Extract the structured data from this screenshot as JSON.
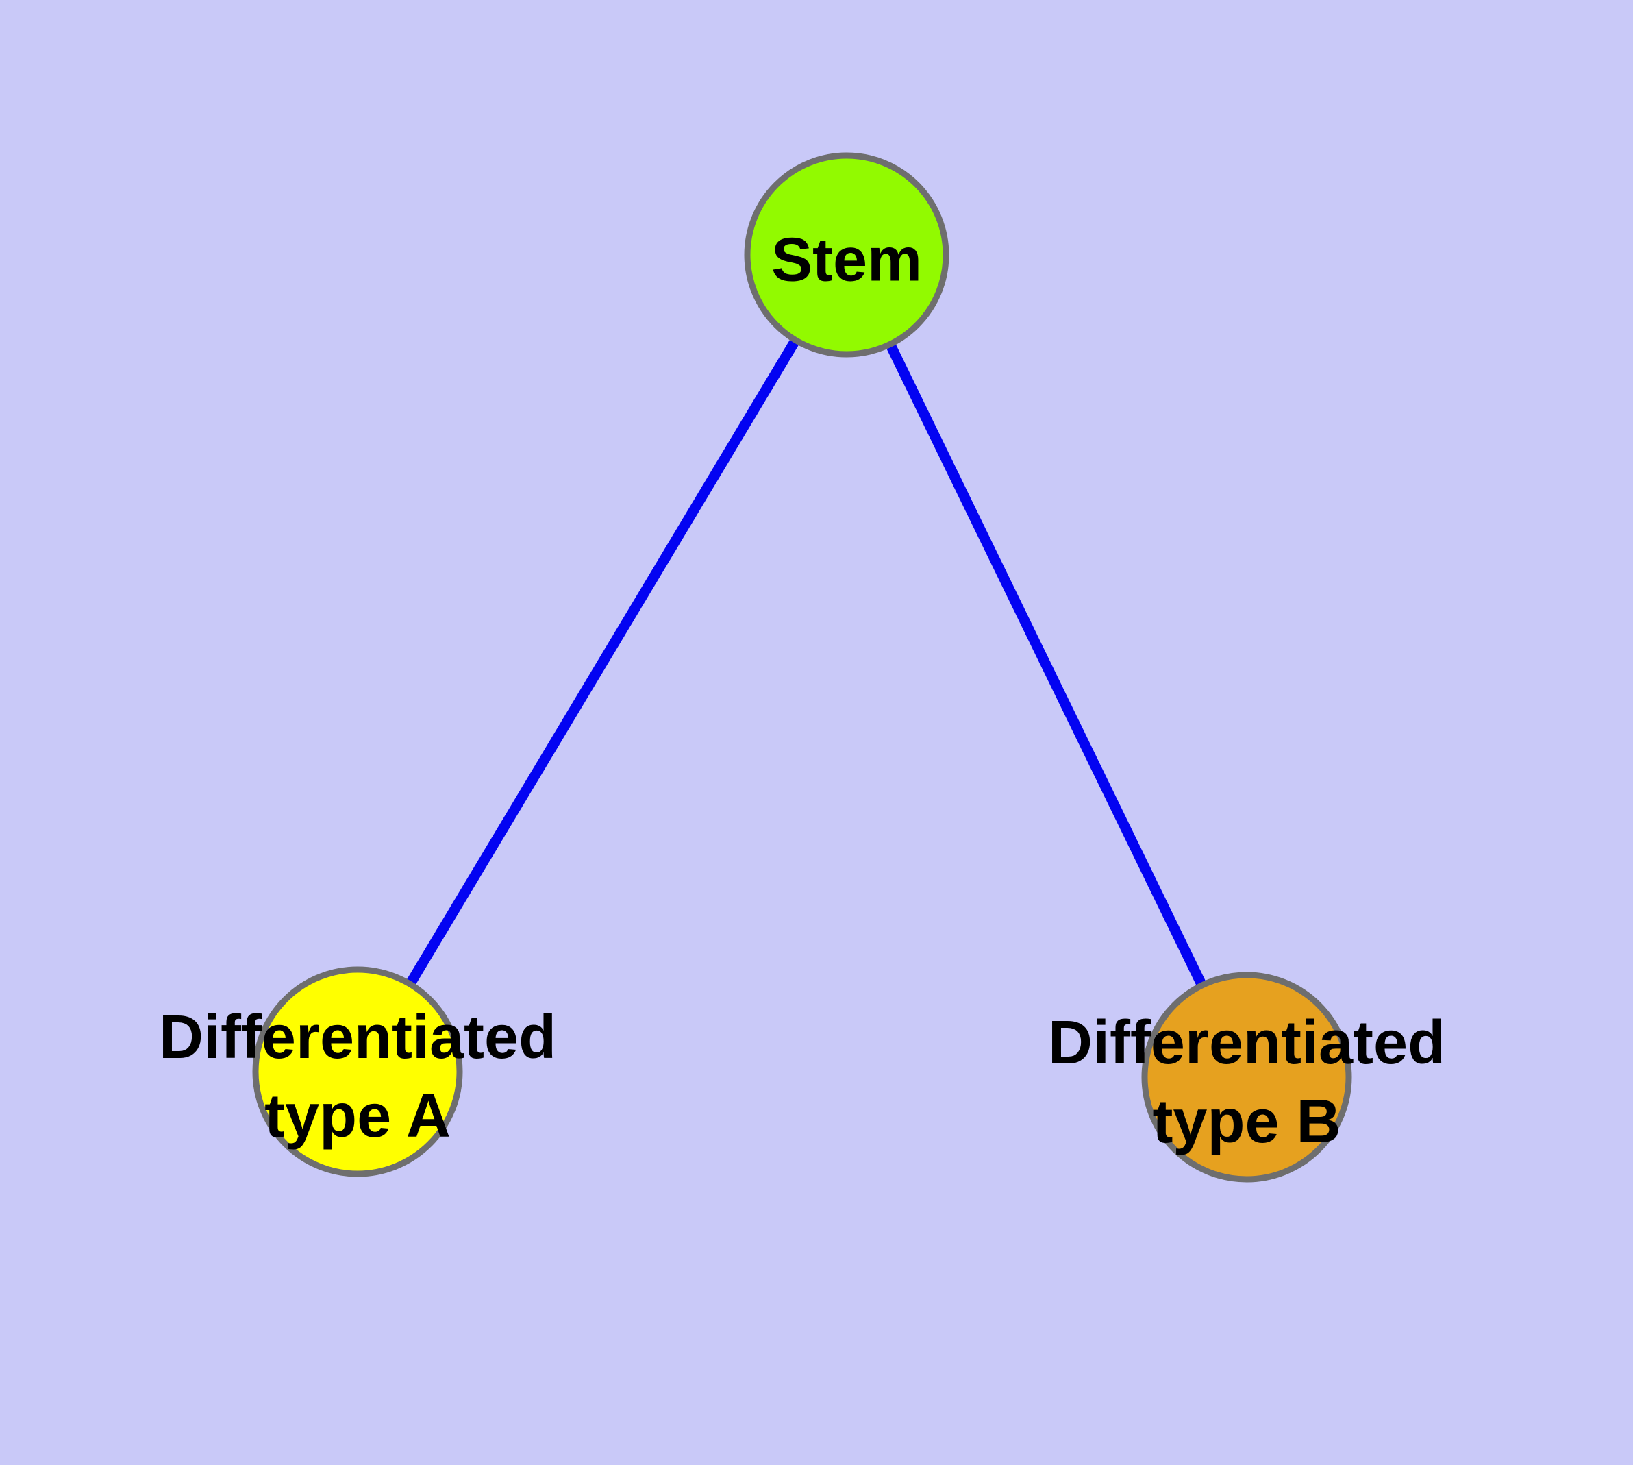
{
  "diagram": {
    "description": "Stem cell differentiation graph: one stem node connected to two differentiated cell-type nodes",
    "background_color": "#C9C9F8",
    "edge_color": "#0303F2",
    "node_border_color": "#6E6E6E",
    "label_color": "#000000",
    "nodes": [
      {
        "id": "stem",
        "label": "Stem",
        "fill": "#92FA00"
      },
      {
        "id": "differentiated-type-a",
        "label": "Differentiated\ntype A",
        "fill": "#FFFF00"
      },
      {
        "id": "differentiated-type-b",
        "label": "Differentiated\ntype B",
        "fill": "#E6A11F"
      }
    ],
    "edges": [
      {
        "from": "stem",
        "to": "differentiated-type-a"
      },
      {
        "from": "stem",
        "to": "differentiated-type-b"
      }
    ]
  }
}
